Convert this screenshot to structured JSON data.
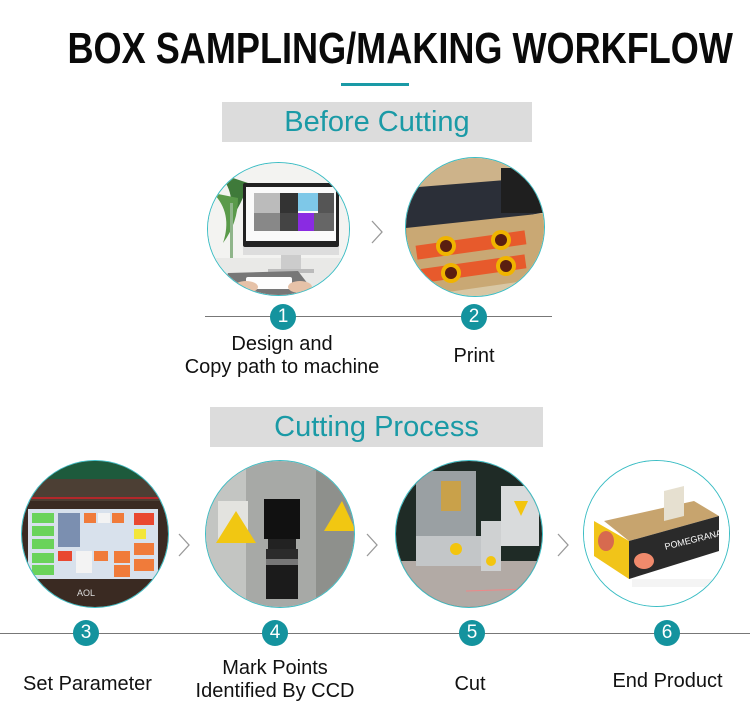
{
  "header": {
    "title": "BOX SAMPLING/MAKING WORKFLOW",
    "accent_color": "#1a9aa6"
  },
  "sections": [
    {
      "banner": "Before Cutting",
      "steps": [
        {
          "number": "1",
          "label_line1": "Design and",
          "label_line2": "Copy path to machine",
          "image": "computer-design-image"
        },
        {
          "number": "2",
          "label_line1": "Print",
          "label_line2": "",
          "image": "printer-image"
        }
      ]
    },
    {
      "banner": "Cutting Process",
      "steps": [
        {
          "number": "3",
          "label_line1": "Set Parameter",
          "label_line2": "",
          "image": "control-panel-image"
        },
        {
          "number": "4",
          "label_line1": "Mark Points",
          "label_line2": "Identified By CCD",
          "image": "ccd-camera-image"
        },
        {
          "number": "5",
          "label_line1": "Cut",
          "label_line2": "",
          "image": "cutting-head-image"
        },
        {
          "number": "6",
          "label_line1": "End Product",
          "label_line2": "",
          "image": "box-product-image"
        }
      ]
    }
  ],
  "colors": {
    "badge": "#14939e",
    "banner_bg": "#dcdcdc",
    "banner_text": "#1a9aa6",
    "circle_border": "#3bbdc4",
    "line": "#777777"
  }
}
